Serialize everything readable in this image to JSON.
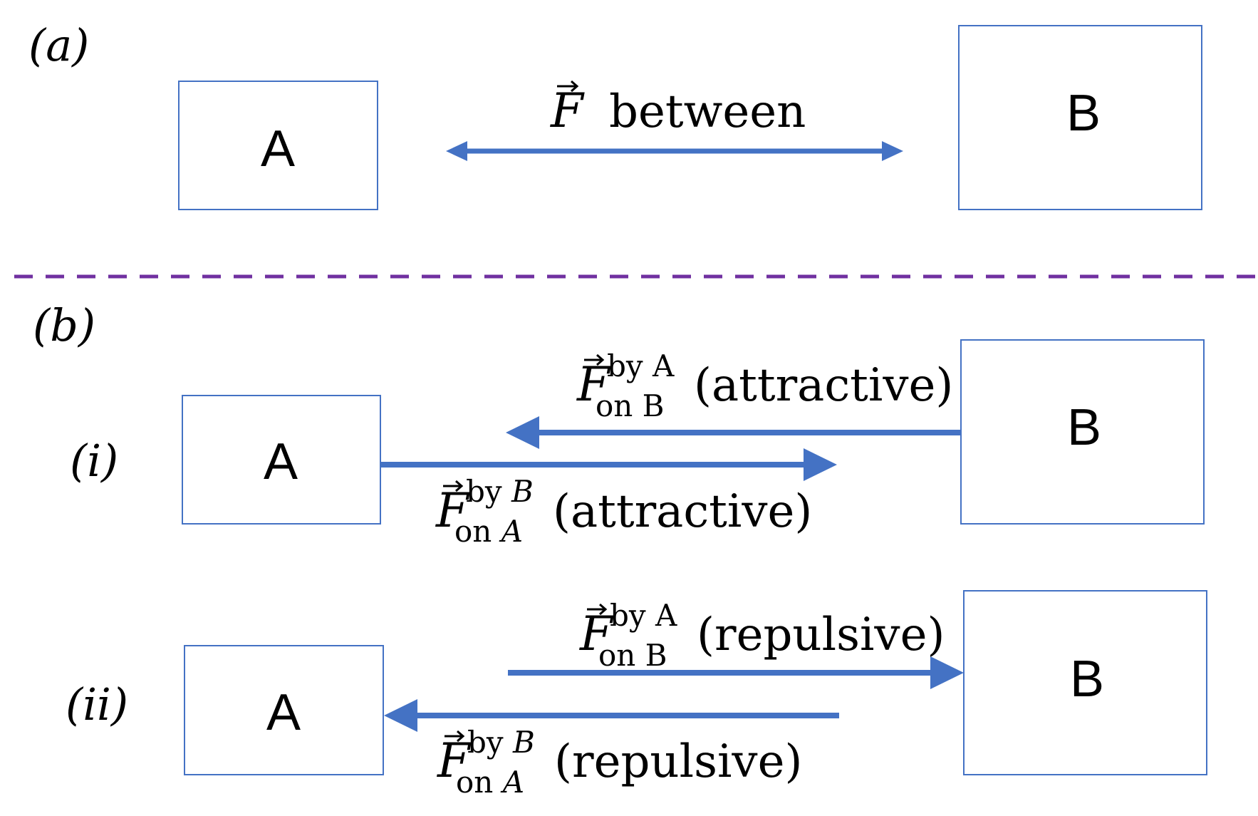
{
  "colors": {
    "arrow": "#4472c4",
    "divider": "#7030a0",
    "box_border": "#4472c4",
    "text": "#000000"
  },
  "section_a": {
    "label": "(a)",
    "box_a": "A",
    "box_b": "B",
    "force_symbol": "F",
    "force_text": "between"
  },
  "section_b": {
    "label": "(b)",
    "case_i": {
      "label": "(i)",
      "box_a": "A",
      "box_b": "B",
      "force_on_b": {
        "symbol": "F",
        "by": "by A",
        "on": "on B",
        "text": "(attractive)"
      },
      "force_on_a": {
        "symbol": "F",
        "by": "by",
        "by_var": "B",
        "on": "on",
        "on_var": "A",
        "text": "(attractive)"
      }
    },
    "case_ii": {
      "label": "(ii)",
      "box_a": "A",
      "box_b": "B",
      "force_on_b": {
        "symbol": "F",
        "by": "by A",
        "on": "on B",
        "text": "(repulsive)"
      },
      "force_on_a": {
        "symbol": "F",
        "by": "by",
        "by_var": "B",
        "on": "on",
        "on_var": "A",
        "text": "(repulsive)"
      }
    }
  }
}
